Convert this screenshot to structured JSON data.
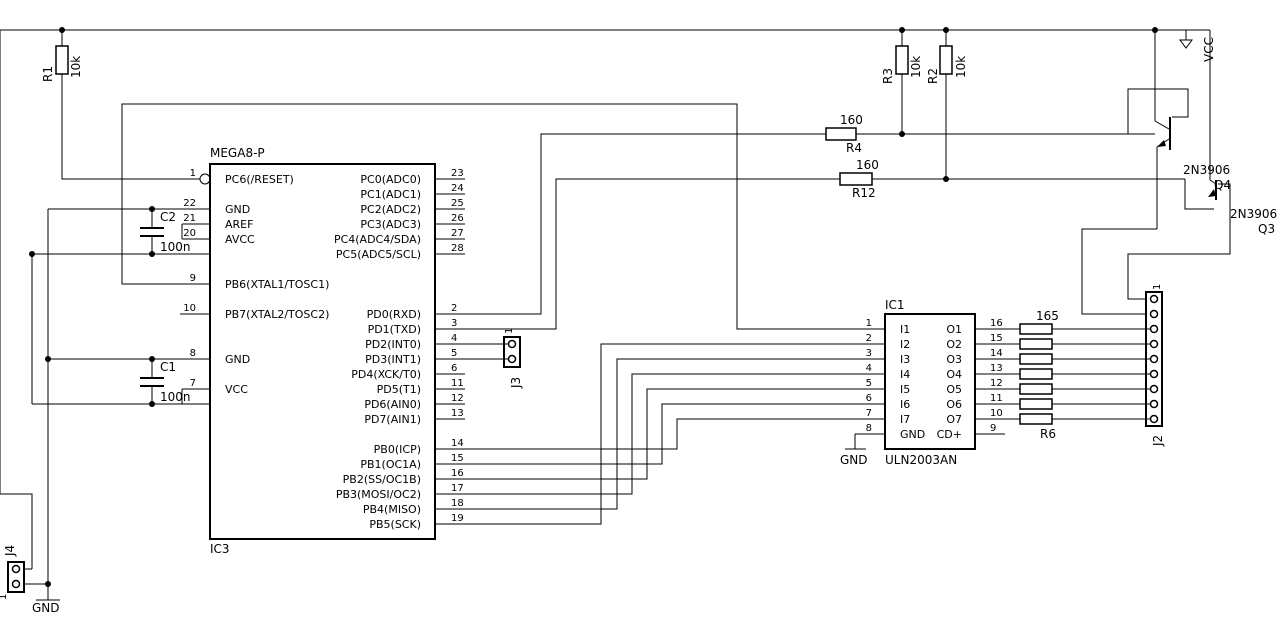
{
  "mcu": {
    "name": "MEGA8-P",
    "ref": "IC3",
    "left_pins": [
      {
        "num": "1",
        "label": "PC6(/RESET)"
      },
      {
        "num": "22",
        "label": "GND"
      },
      {
        "num": "21",
        "label": "AREF"
      },
      {
        "num": "20",
        "label": "AVCC"
      },
      {
        "num": "9",
        "label": "PB6(XTAL1/TOSC1)"
      },
      {
        "num": "10",
        "label": "PB7(XTAL2/TOSC2)"
      },
      {
        "num": "8",
        "label": "GND"
      },
      {
        "num": "7",
        "label": "VCC"
      }
    ],
    "right_pins": [
      {
        "num": "23",
        "label": "PC0(ADC0)"
      },
      {
        "num": "24",
        "label": "PC1(ADC1)"
      },
      {
        "num": "25",
        "label": "PC2(ADC2)"
      },
      {
        "num": "26",
        "label": "PC3(ADC3)"
      },
      {
        "num": "27",
        "label": "PC4(ADC4/SDA)"
      },
      {
        "num": "28",
        "label": "PC5(ADC5/SCL)"
      },
      {
        "num": "2",
        "label": "PD0(RXD)"
      },
      {
        "num": "3",
        "label": "PD1(TXD)"
      },
      {
        "num": "4",
        "label": "PD2(INT0)"
      },
      {
        "num": "5",
        "label": "PD3(INT1)"
      },
      {
        "num": "6",
        "label": "PD4(XCK/T0)"
      },
      {
        "num": "11",
        "label": "PD5(T1)"
      },
      {
        "num": "12",
        "label": "PD6(AIN0)"
      },
      {
        "num": "13",
        "label": "PD7(AIN1)"
      },
      {
        "num": "14",
        "label": "PB0(ICP)"
      },
      {
        "num": "15",
        "label": "PB1(OC1A)"
      },
      {
        "num": "16",
        "label": "PB2(SS/OC1B)"
      },
      {
        "num": "17",
        "label": "PB3(MOSI/OC2)"
      },
      {
        "num": "18",
        "label": "PB4(MISO)"
      },
      {
        "num": "19",
        "label": "PB5(SCK)"
      }
    ]
  },
  "driver": {
    "ref": "IC1",
    "name": "ULN2003AN",
    "left_pins": [
      {
        "num": "1",
        "label": "I1"
      },
      {
        "num": "2",
        "label": "I2"
      },
      {
        "num": "3",
        "label": "I3"
      },
      {
        "num": "4",
        "label": "I4"
      },
      {
        "num": "5",
        "label": "I5"
      },
      {
        "num": "6",
        "label": "I6"
      },
      {
        "num": "7",
        "label": "I7"
      },
      {
        "num": "8",
        "label": "GND"
      }
    ],
    "right_pins": [
      {
        "num": "16",
        "label": "O1"
      },
      {
        "num": "15",
        "label": "O2"
      },
      {
        "num": "14",
        "label": "O3"
      },
      {
        "num": "13",
        "label": "O4"
      },
      {
        "num": "12",
        "label": "O5"
      },
      {
        "num": "11",
        "label": "O6"
      },
      {
        "num": "10",
        "label": "O7"
      },
      {
        "num": "9",
        "label": "CD+"
      }
    ]
  },
  "resistors": {
    "r1": {
      "ref": "R1",
      "value": "10k"
    },
    "r2": {
      "ref": "R2",
      "value": "10k"
    },
    "r3": {
      "ref": "R3",
      "value": "10k"
    },
    "r4": {
      "ref": "R4",
      "value": "160"
    },
    "r12": {
      "ref": "R12",
      "value": "160"
    },
    "out_top_value": "165",
    "out_bottom_ref": "R6"
  },
  "capacitors": {
    "c1": {
      "ref": "C1",
      "value": "100n"
    },
    "c2": {
      "ref": "C2",
      "value": "100n"
    }
  },
  "transistors": {
    "q3": {
      "ref": "Q3",
      "part": "2N3906"
    },
    "q4": {
      "ref": "Q4",
      "part": "2N3906"
    }
  },
  "connectors": {
    "j2": {
      "ref": "J2",
      "pin1": "1"
    },
    "j3": {
      "ref": "J3",
      "pin1": "1"
    },
    "j4": {
      "ref": "J4",
      "pin1": "1"
    }
  },
  "nets": {
    "vcc": "VCC",
    "gnd": "GND"
  }
}
